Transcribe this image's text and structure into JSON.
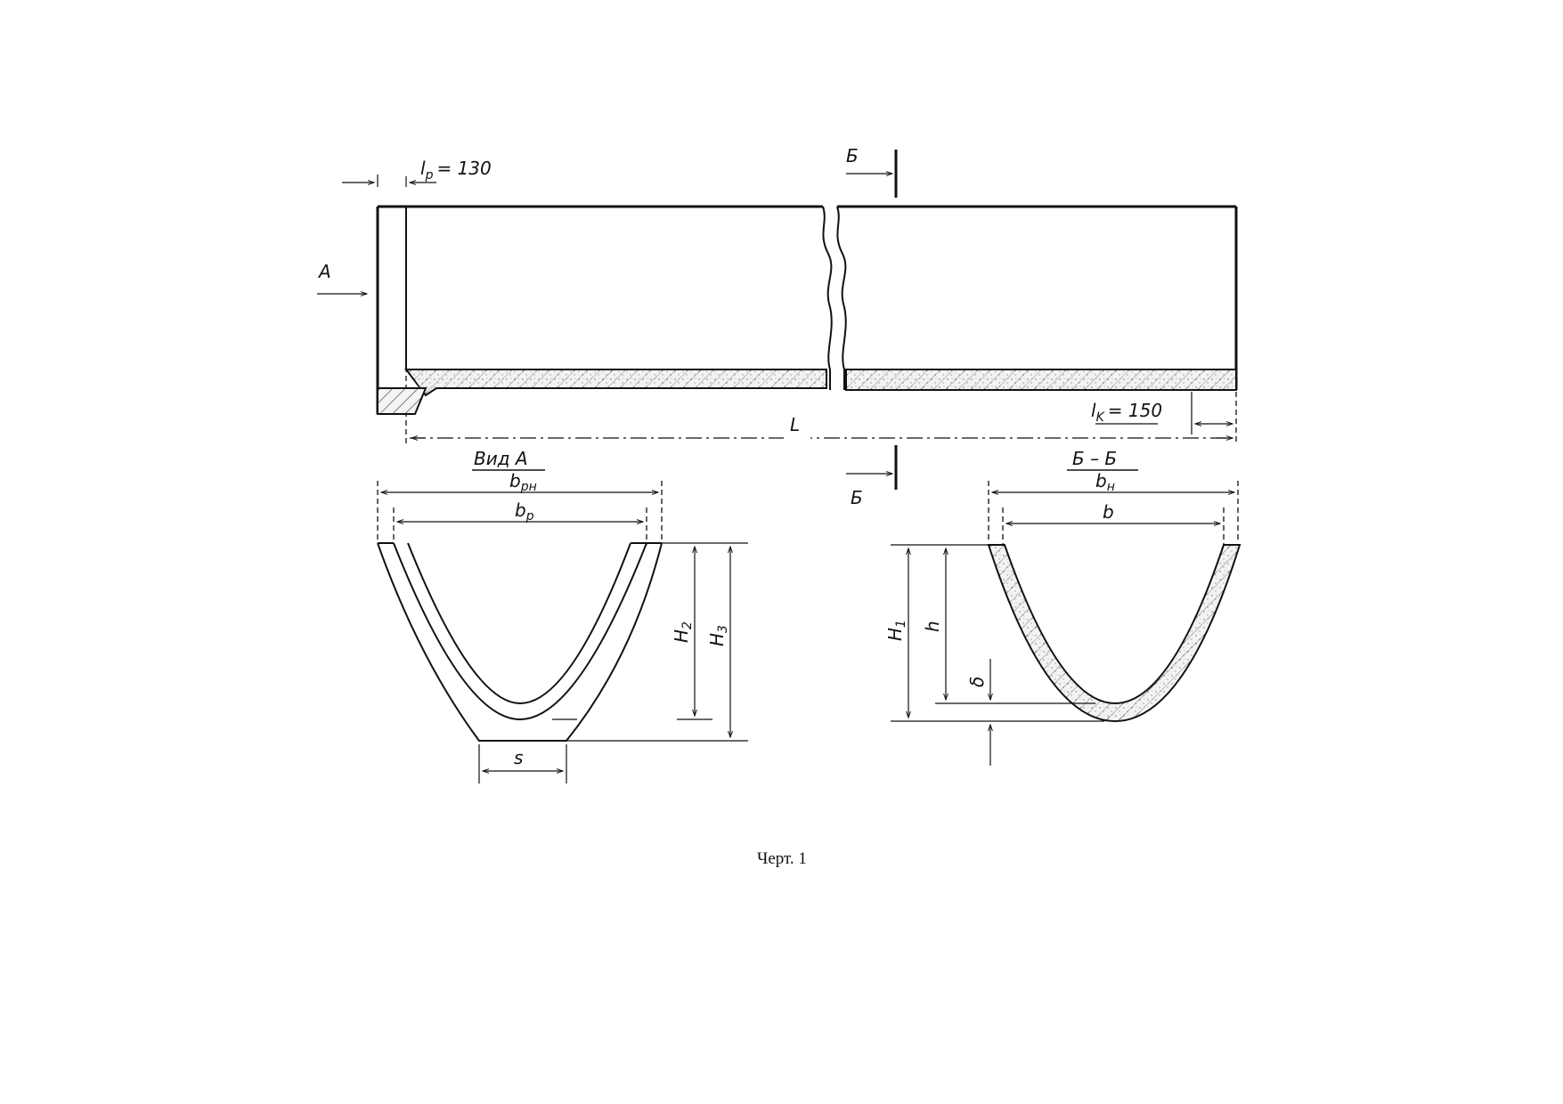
{
  "labels": {
    "lp_dim": "l",
    "lp_sub": "p",
    "lp_val": "= 130",
    "lk_dim": "l",
    "lk_sub": "K",
    "lk_val": "= 150",
    "length": "L",
    "view_a_arrow": "A",
    "view_a_title": "Вид А",
    "section_letter_top": "Б",
    "section_letter_bottom": "Б",
    "section_title": "Б – Б",
    "b_pn": "b",
    "b_pn_sub": "pн",
    "b_p": "b",
    "b_p_sub": "p",
    "h2": "H",
    "h2_sub": "2",
    "h3": "H",
    "h3_sub": "3",
    "s": "s",
    "b_n": "b",
    "b_n_sub": "н",
    "b": "b",
    "h1": "H",
    "h1_sub": "1",
    "h": "h",
    "delta": "δ"
  },
  "caption": "Черт. 1"
}
